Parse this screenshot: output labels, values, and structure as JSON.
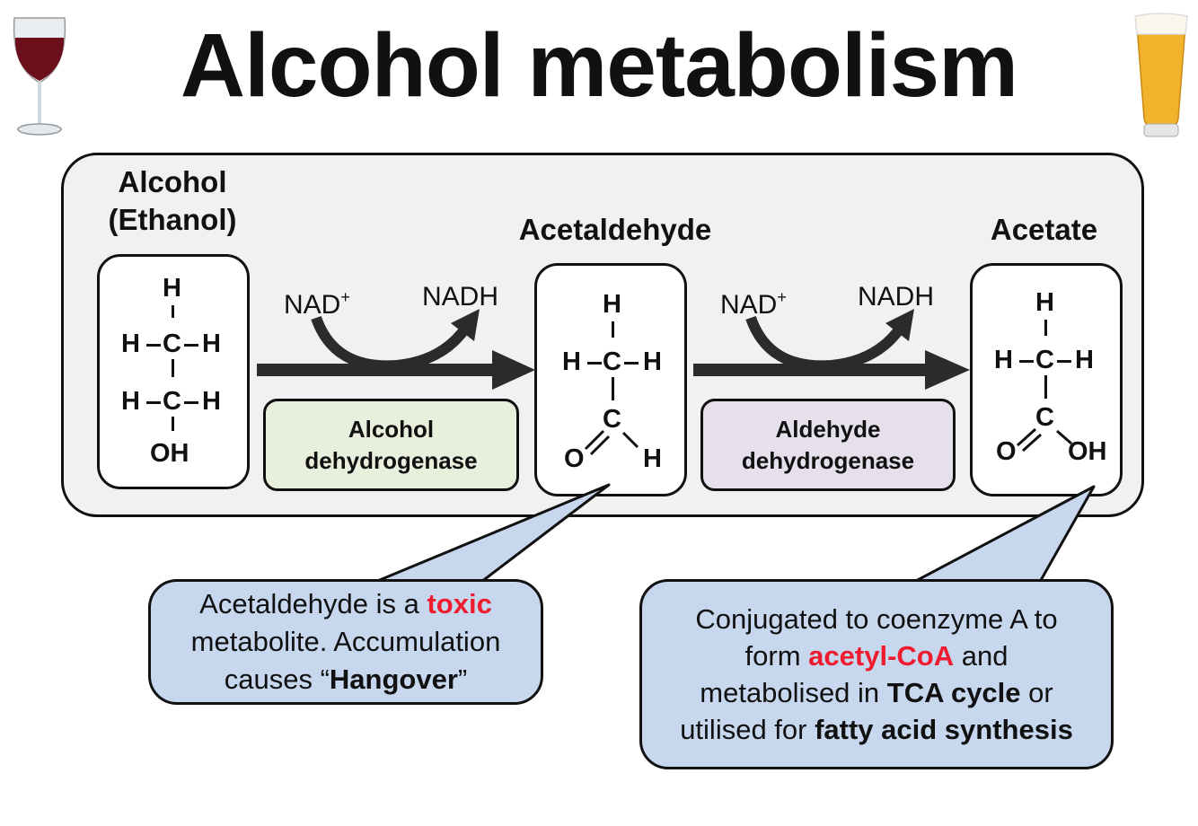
{
  "title": "Alcohol metabolism",
  "icons": {
    "left": "wine-glass-icon",
    "right": "beer-glass-icon"
  },
  "compounds": {
    "ethanol": {
      "name_line1": "Alcohol",
      "name_line2": "(Ethanol)"
    },
    "acetaldehyde": {
      "name": "Acetaldehyde"
    },
    "acetate": {
      "name": "Acetate"
    }
  },
  "atoms": {
    "H": "H",
    "C": "C",
    "O": "O",
    "OH": "OH"
  },
  "reaction1": {
    "cofactor_in": "NAD",
    "cofactor_in_charge": "+",
    "cofactor_out": "NADH",
    "enzyme_line1": "Alcohol",
    "enzyme_line2": "dehydrogenase"
  },
  "reaction2": {
    "cofactor_in": "NAD",
    "cofactor_in_charge": "+",
    "cofactor_out": "NADH",
    "enzyme_line1": "Aldehyde",
    "enzyme_line2": "dehydrogenase"
  },
  "note1": {
    "l1_a": "Acetaldehyde is a ",
    "l1_b": "toxic",
    "l2": "metabolite. Accumulation",
    "l3_a": "causes “",
    "l3_b": "Hangover",
    "l3_c": "”"
  },
  "note2": {
    "l1": "Conjugated to coenzyme A to",
    "l2_a": "form ",
    "l2_b": "acetyl-CoA",
    "l2_c": " and",
    "l3_a": "metabolised in ",
    "l3_b": "TCA cycle",
    "l3_c": " or",
    "l4_a": "utilised for ",
    "l4_b": "fatty acid synthesis"
  },
  "colors": {
    "panel_bg": "#f1f1f1",
    "enzyme1_bg": "#e8efdc",
    "enzyme2_bg": "#e5e0ec",
    "note_bg": "#c6d7ee",
    "highlight_red": "#ee1c2e",
    "arrow": "#2b2b2b"
  }
}
